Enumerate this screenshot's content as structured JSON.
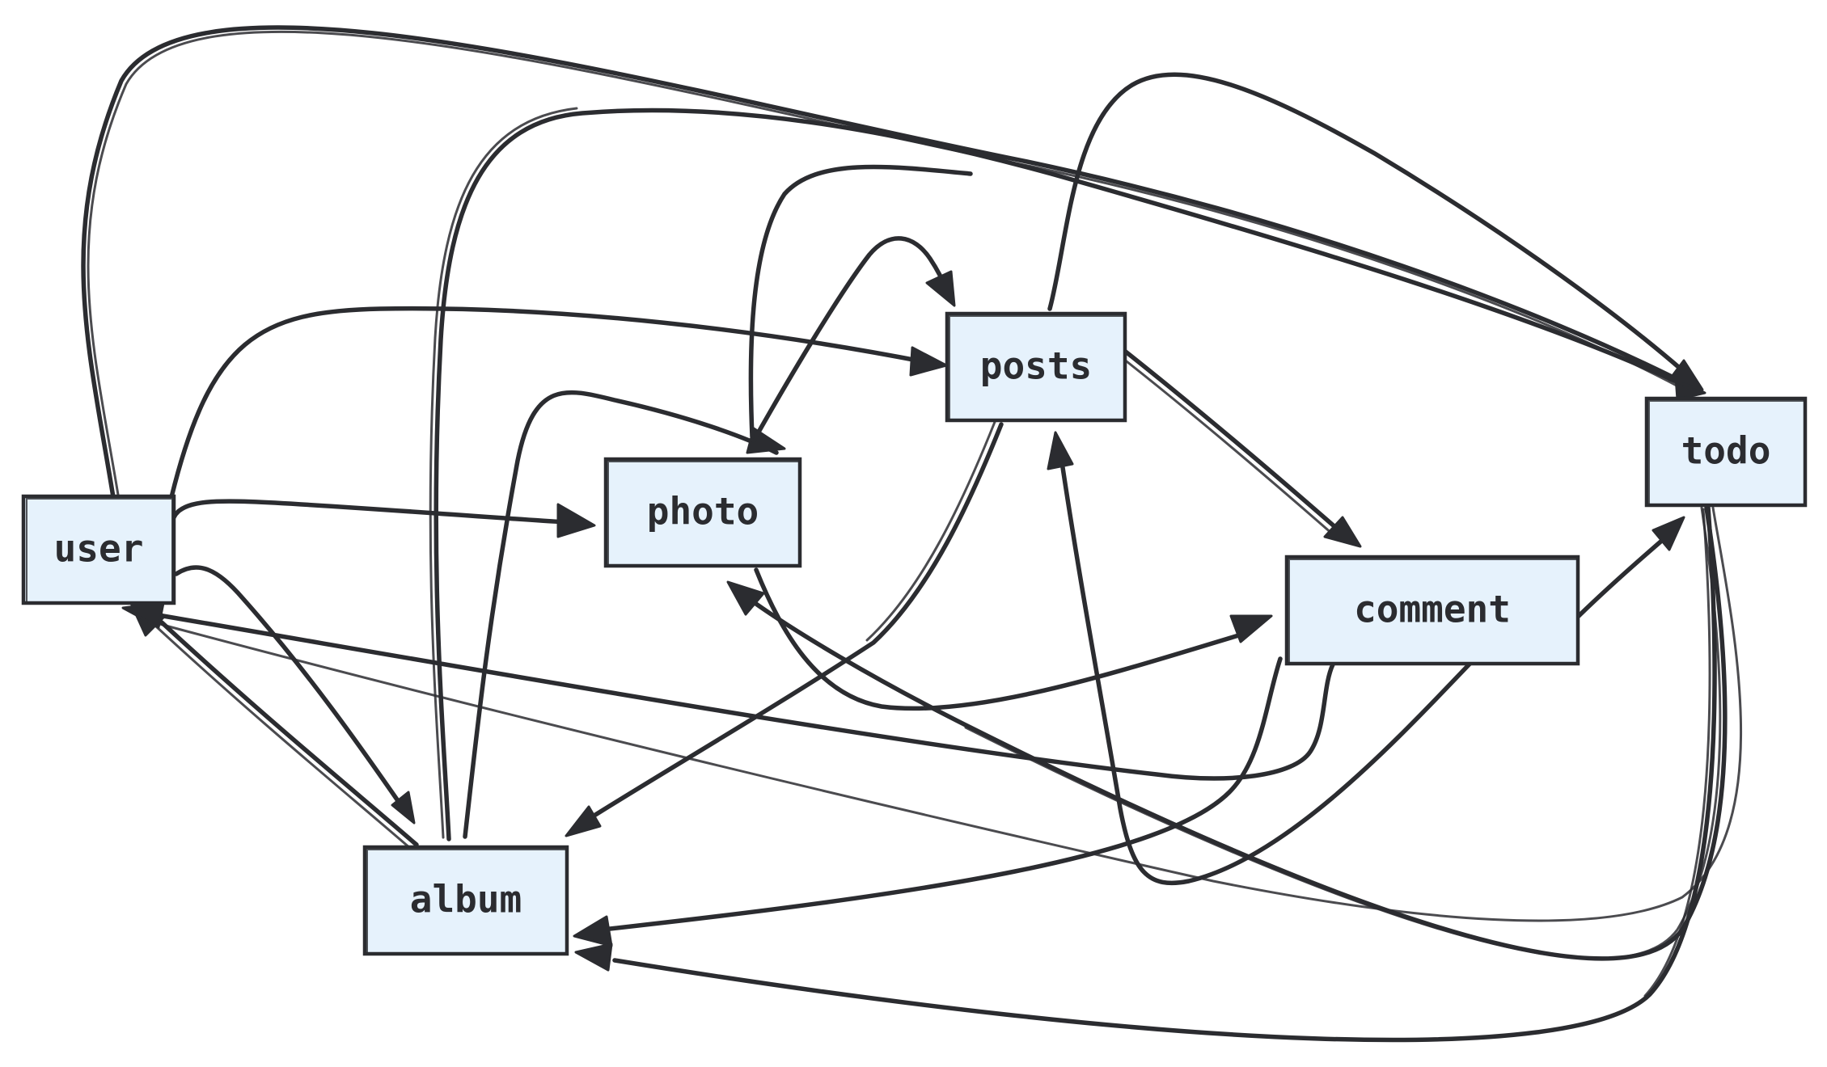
{
  "diagram": {
    "nodes": {
      "user": "user",
      "photo": "photo",
      "posts": "posts",
      "todo": "todo",
      "comment": "comment",
      "album": "album"
    },
    "edges": [
      {
        "from": "user",
        "to": "todo"
      },
      {
        "from": "user",
        "to": "posts"
      },
      {
        "from": "user",
        "to": "photo"
      },
      {
        "from": "user",
        "to": "album"
      },
      {
        "from": "album",
        "to": "user"
      },
      {
        "from": "album",
        "to": "todo"
      },
      {
        "from": "album",
        "to": "photo"
      },
      {
        "from": "photo",
        "to": "posts"
      },
      {
        "from": "photo",
        "to": "todo"
      },
      {
        "from": "photo",
        "to": "comment"
      },
      {
        "from": "posts",
        "to": "todo"
      },
      {
        "from": "posts",
        "to": "comment"
      },
      {
        "from": "posts",
        "to": "album"
      },
      {
        "from": "posts",
        "to": "photo"
      },
      {
        "from": "comment",
        "to": "todo"
      },
      {
        "from": "comment",
        "to": "user"
      },
      {
        "from": "comment",
        "to": "album"
      },
      {
        "from": "comment",
        "to": "posts"
      },
      {
        "from": "todo",
        "to": "user"
      },
      {
        "from": "todo",
        "to": "album"
      }
    ],
    "colors": {
      "node_fill": "#e6f2fc",
      "stroke": "#2b2c30",
      "background": "#ffffff"
    }
  }
}
